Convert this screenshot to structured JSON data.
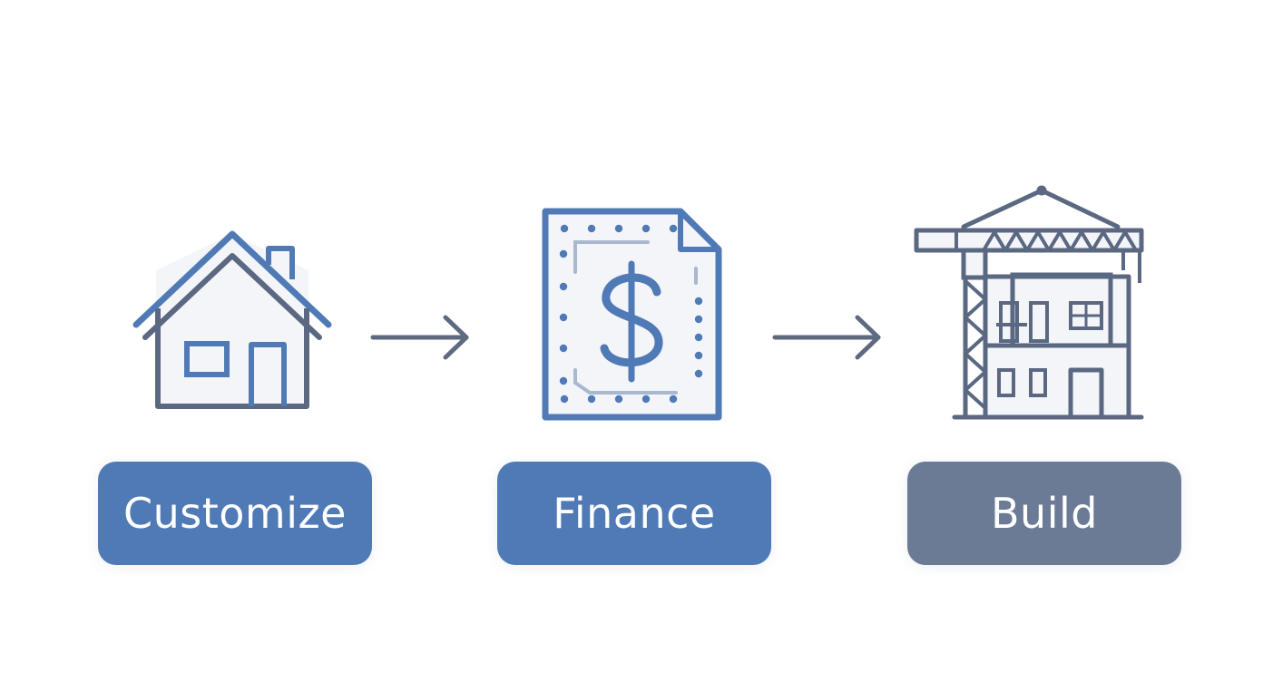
{
  "steps": [
    {
      "label": "Customize",
      "icon": "house-icon",
      "color": "#4f7ab5"
    },
    {
      "label": "Finance",
      "icon": "dollar-document-icon",
      "color": "#4f7ab5"
    },
    {
      "label": "Build",
      "icon": "construction-crane-building-icon",
      "color": "#6b7b96"
    }
  ],
  "colors": {
    "icon_blue": "#4f7ab5",
    "icon_slate": "#5b6882",
    "arrow": "#5e6a80",
    "icon_fill": "#f3f5f9"
  }
}
